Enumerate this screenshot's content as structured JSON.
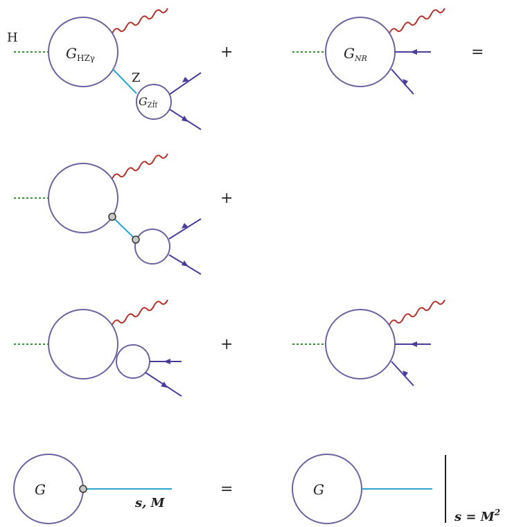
{
  "colors": {
    "blob": "#6b62a0",
    "higgs": "#3f8a3f",
    "photon": "#b03228",
    "zboson": "#27a3d4",
    "fermion": "#4b3b9c",
    "vertex_fill": "#c8c8c8",
    "vertex_stroke": "#333333",
    "text": "#222222"
  },
  "labels": {
    "higgs": "H",
    "zboson": "Z",
    "g_hzgamma_main": "G",
    "g_hzgamma_sub": "HZγ",
    "g_zff_main": "G",
    "g_zff_sub": "Zf̄f",
    "g_nr_main": "G",
    "g_nr_sub": "NR",
    "g_bottom_left": "G",
    "g_bottom_right": "G",
    "s_m_left": "s, M",
    "s_eq_m2_prefix": "s = M",
    "s_eq_m2_exp": "2"
  },
  "operators": {
    "row1_plus": "+",
    "row1_equals": "=",
    "row2_plus": "+",
    "row3_plus": "+",
    "row4_equals": "="
  }
}
